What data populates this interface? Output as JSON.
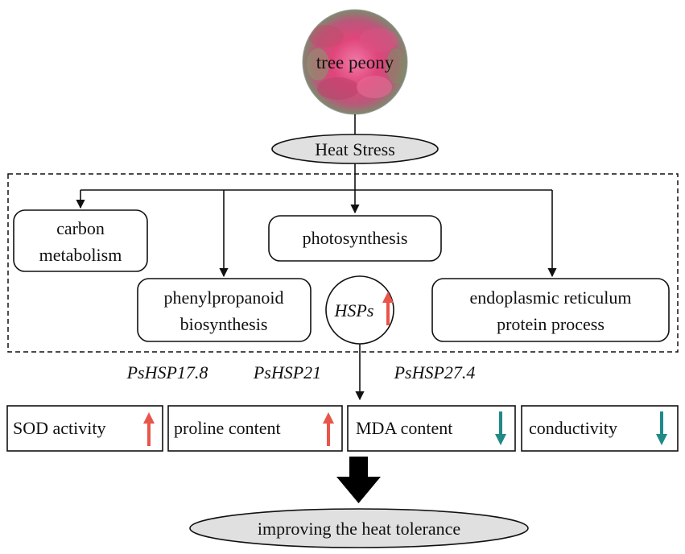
{
  "source": {
    "label": "tree peony",
    "image": "photo of a pink tree peony flower"
  },
  "stress": {
    "label": "Heat Stress"
  },
  "processes": {
    "carbon_metabolism": [
      "carbon",
      "metabolism"
    ],
    "photosynthesis": [
      "photosynthesis"
    ],
    "phenylpropanoid": [
      "phenylpropanoid",
      "biosynthesis"
    ],
    "hsps": "HSPs",
    "er_protein": [
      "endoplasmic reticulum",
      "protein process"
    ]
  },
  "genes": [
    "PsHSP17.8",
    "PsHSP21",
    "PsHSP27.4"
  ],
  "indicators": [
    {
      "label": "SOD activity",
      "direction": "up"
    },
    {
      "label": "proline content",
      "direction": "up"
    },
    {
      "label": "MDA content",
      "direction": "down"
    },
    {
      "label": "conductivity",
      "direction": "down"
    }
  ],
  "outcome": {
    "label": "improving the heat tolerance"
  },
  "colors": {
    "up_arrow": "#e8554a",
    "down_arrow": "#1f8a86",
    "ellipse_fill": "#e0e0e0",
    "peony_pink": "#e0457a",
    "outline": "#111111"
  }
}
